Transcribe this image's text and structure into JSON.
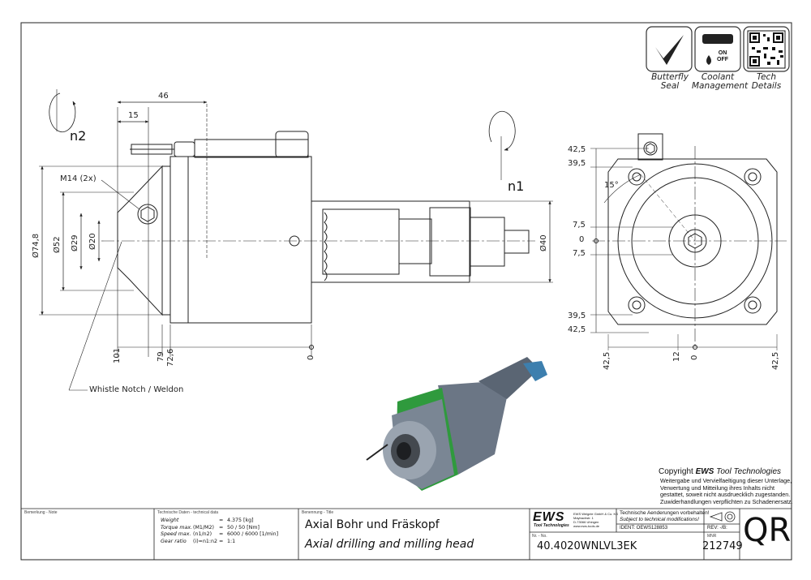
{
  "views": {
    "side": {
      "rotation_labels": {
        "n2": "n2",
        "n1": "n1"
      },
      "dims_top": {
        "d46": "46",
        "d15": "15"
      },
      "thread_note": "M14 (2x)",
      "diameters": {
        "d748": "Ø74,8",
        "d52": "Ø52",
        "d29": "Ø29",
        "d20": "Ø20",
        "d40": "Ø40"
      },
      "bottom_dims": {
        "b101": "101",
        "b79": "79",
        "b726": "72,6",
        "b0": "0"
      },
      "callout": "Whistle Notch / Weldon"
    },
    "front": {
      "left_dims": {
        "v425a": "42,5",
        "v395a": "39,5",
        "v75a": "7,5",
        "v0": "0",
        "v75b": "7,5",
        "v395b": "39,5",
        "v425b": "42,5"
      },
      "angle": "15°",
      "bottom_dims": {
        "h425a": "42,5",
        "h12": "12",
        "h0": "0",
        "h425b": "42,5"
      }
    }
  },
  "feature_icons": [
    {
      "name": "butterfly-seal",
      "label_line1": "Butterfly",
      "label_line2": "Seal"
    },
    {
      "name": "coolant-management",
      "label_line1": "Coolant",
      "label_line2": "Management",
      "on": "ON",
      "off": "OFF"
    },
    {
      "name": "tech-details",
      "label_line1": "Tech",
      "label_line2": "Details"
    }
  ],
  "copyright": {
    "prefix": "Copyright ",
    "brand": "EWS",
    "suffix": " Tool Technologies",
    "lines": [
      "Weitergabe und Vervielfaeltigung dieser Unterlage,",
      "Verwertung und Mitteilung ihres Inhalts nicht",
      "gestattet, soweit nicht ausdruecklich zugestanden.",
      "Zuwiderhandlungen verpflichten zu Schadenersatz."
    ]
  },
  "title_block": {
    "remarks_header": "Bemerkung - Note",
    "tech_header": "Technische Daten - technical data",
    "tech_rows": [
      {
        "label": "Weight",
        "sub": "",
        "eq": "=",
        "value": "4.375 [kg]"
      },
      {
        "label": "Torque max.",
        "sub": "(M1/M2)",
        "eq": "=",
        "value": "50 / 50 [Nm]"
      },
      {
        "label": "Speed max.",
        "sub": "(n1/n2)",
        "eq": "=",
        "value": "6000 / 6000 [1/min]"
      },
      {
        "label": "Gear ratio",
        "sub": "(i)=n1:n2",
        "eq": "=",
        "value": "1:1"
      }
    ],
    "title_header": "Benennung - Title",
    "title_de": "Axial Bohr und Fräskopf",
    "title_en": "Axial drilling and milling head",
    "logo": "EWS",
    "logo_sub": "Tool Technologies",
    "company_lines": [
      "EWS Weigele GmbH & Co. KG",
      "Maybachstr. 1",
      "D-73066 Uhingen",
      "www.ews-tools.de"
    ],
    "change_de": "Technische Aenderungen vorbehalten!",
    "change_en": "Subject to technical modifications!",
    "ident": "IDENT: OEWS128853",
    "rev": "REV:  -/B:",
    "nr_label": "Nr. - No.",
    "part_no": "40.4020WNLVL3EK",
    "mnr_label": "MNR",
    "mnr": "212749",
    "qr": "QR"
  }
}
